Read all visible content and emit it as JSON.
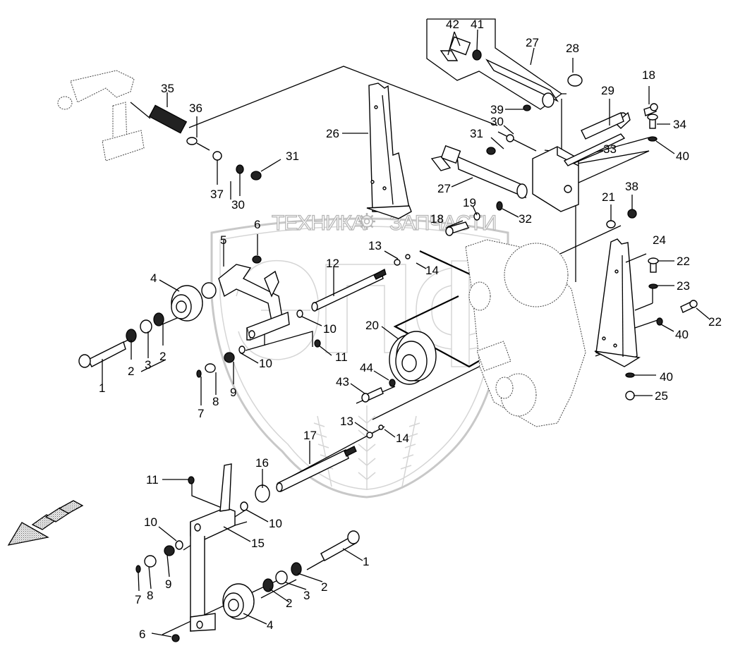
{
  "diagram": {
    "title": "",
    "type": "exploded-parts-diagram",
    "watermark": {
      "left_text": "ТЕХНИКА",
      "right_text": "ЗАПЧАСТИ",
      "logo_letters": "эпф",
      "icon": "gear-icon"
    },
    "direction_arrow": "direction-arrow-icon",
    "callouts": [
      {
        "id": "c42",
        "label": "42"
      },
      {
        "id": "c41",
        "label": "41"
      },
      {
        "id": "c27a",
        "label": "27"
      },
      {
        "id": "c28",
        "label": "28"
      },
      {
        "id": "c39",
        "label": "39"
      },
      {
        "id": "c30a",
        "label": "30"
      },
      {
        "id": "c31a",
        "label": "31"
      },
      {
        "id": "c29",
        "label": "29"
      },
      {
        "id": "c18a",
        "label": "18"
      },
      {
        "id": "c34",
        "label": "34"
      },
      {
        "id": "c33",
        "label": "33"
      },
      {
        "id": "c40a",
        "label": "40"
      },
      {
        "id": "c27b",
        "label": "27"
      },
      {
        "id": "c19",
        "label": "19"
      },
      {
        "id": "c18b",
        "label": "18"
      },
      {
        "id": "c32",
        "label": "32"
      },
      {
        "id": "c21",
        "label": "21"
      },
      {
        "id": "c38",
        "label": "38"
      },
      {
        "id": "c24",
        "label": "24"
      },
      {
        "id": "c22a",
        "label": "22"
      },
      {
        "id": "c23",
        "label": "23"
      },
      {
        "id": "c22b",
        "label": "22"
      },
      {
        "id": "c40b",
        "label": "40"
      },
      {
        "id": "c40c",
        "label": "40"
      },
      {
        "id": "c25",
        "label": "25"
      },
      {
        "id": "c26",
        "label": "26"
      },
      {
        "id": "c35",
        "label": "35"
      },
      {
        "id": "c36",
        "label": "36"
      },
      {
        "id": "c37",
        "label": "37"
      },
      {
        "id": "c30b",
        "label": "30"
      },
      {
        "id": "c31b",
        "label": "31"
      },
      {
        "id": "c6a",
        "label": "6"
      },
      {
        "id": "c5",
        "label": "5"
      },
      {
        "id": "c4a",
        "label": "4"
      },
      {
        "id": "c12",
        "label": "12"
      },
      {
        "id": "c13a",
        "label": "13"
      },
      {
        "id": "c14a",
        "label": "14"
      },
      {
        "id": "c10a",
        "label": "10"
      },
      {
        "id": "c11a",
        "label": "11"
      },
      {
        "id": "c10b",
        "label": "10"
      },
      {
        "id": "c20",
        "label": "20"
      },
      {
        "id": "c44",
        "label": "44"
      },
      {
        "id": "c43",
        "label": "43"
      },
      {
        "id": "c1a",
        "label": "1"
      },
      {
        "id": "c2a",
        "label": "2"
      },
      {
        "id": "c3a",
        "label": "3"
      },
      {
        "id": "c2b",
        "label": "2"
      },
      {
        "id": "c7a",
        "label": "7"
      },
      {
        "id": "c8a",
        "label": "8"
      },
      {
        "id": "c9a",
        "label": "9"
      },
      {
        "id": "c13b",
        "label": "13"
      },
      {
        "id": "c14b",
        "label": "14"
      },
      {
        "id": "c17",
        "label": "17"
      },
      {
        "id": "c16",
        "label": "16"
      },
      {
        "id": "c11b",
        "label": "11"
      },
      {
        "id": "c10c",
        "label": "10"
      },
      {
        "id": "c10d",
        "label": "10"
      },
      {
        "id": "c15",
        "label": "15"
      },
      {
        "id": "c1b",
        "label": "1"
      },
      {
        "id": "c2c",
        "label": "2"
      },
      {
        "id": "c3b",
        "label": "3"
      },
      {
        "id": "c2d",
        "label": "2"
      },
      {
        "id": "c4b",
        "label": "4"
      },
      {
        "id": "c9b",
        "label": "9"
      },
      {
        "id": "c8b",
        "label": "8"
      },
      {
        "id": "c7b",
        "label": "7"
      },
      {
        "id": "c6b",
        "label": "6"
      }
    ]
  }
}
